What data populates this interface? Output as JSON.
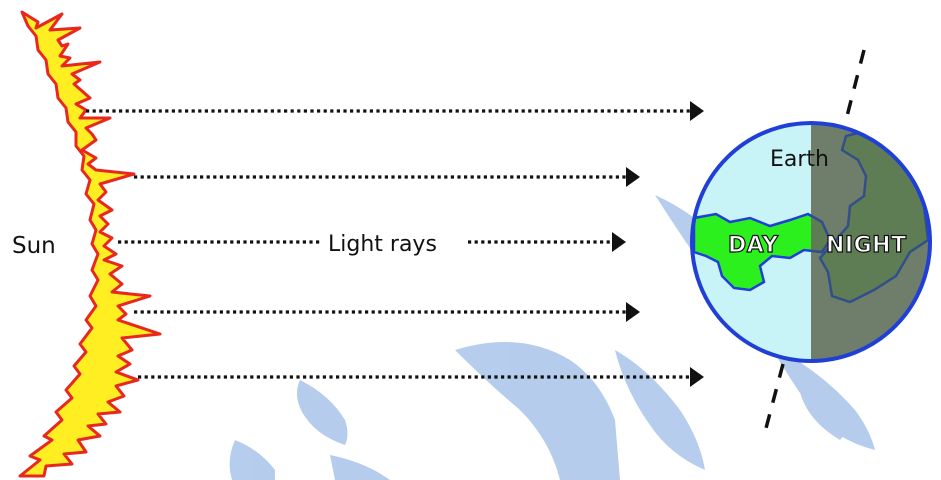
{
  "labels": {
    "sun": "Sun",
    "light_rays": "Light rays",
    "earth": "Earth",
    "day": "DAY",
    "night": "NIGHT"
  },
  "colors": {
    "sun_fill": "#ffee22",
    "sun_outline": "#e8281e",
    "ocean_day": "#c8f4f8",
    "ocean_night": "#6e7e6a",
    "land_day": "#2cf01e",
    "land_night": "#5e7d54",
    "earth_outline": "#1f3fd6",
    "ray": "#111111",
    "watermark": "#8fb3e6"
  },
  "icons": {
    "sun": "sun-arc-icon",
    "earth": "earth-globe-icon",
    "axis": "earth-axis-icon",
    "ray_arrow": "arrow-head-icon"
  }
}
